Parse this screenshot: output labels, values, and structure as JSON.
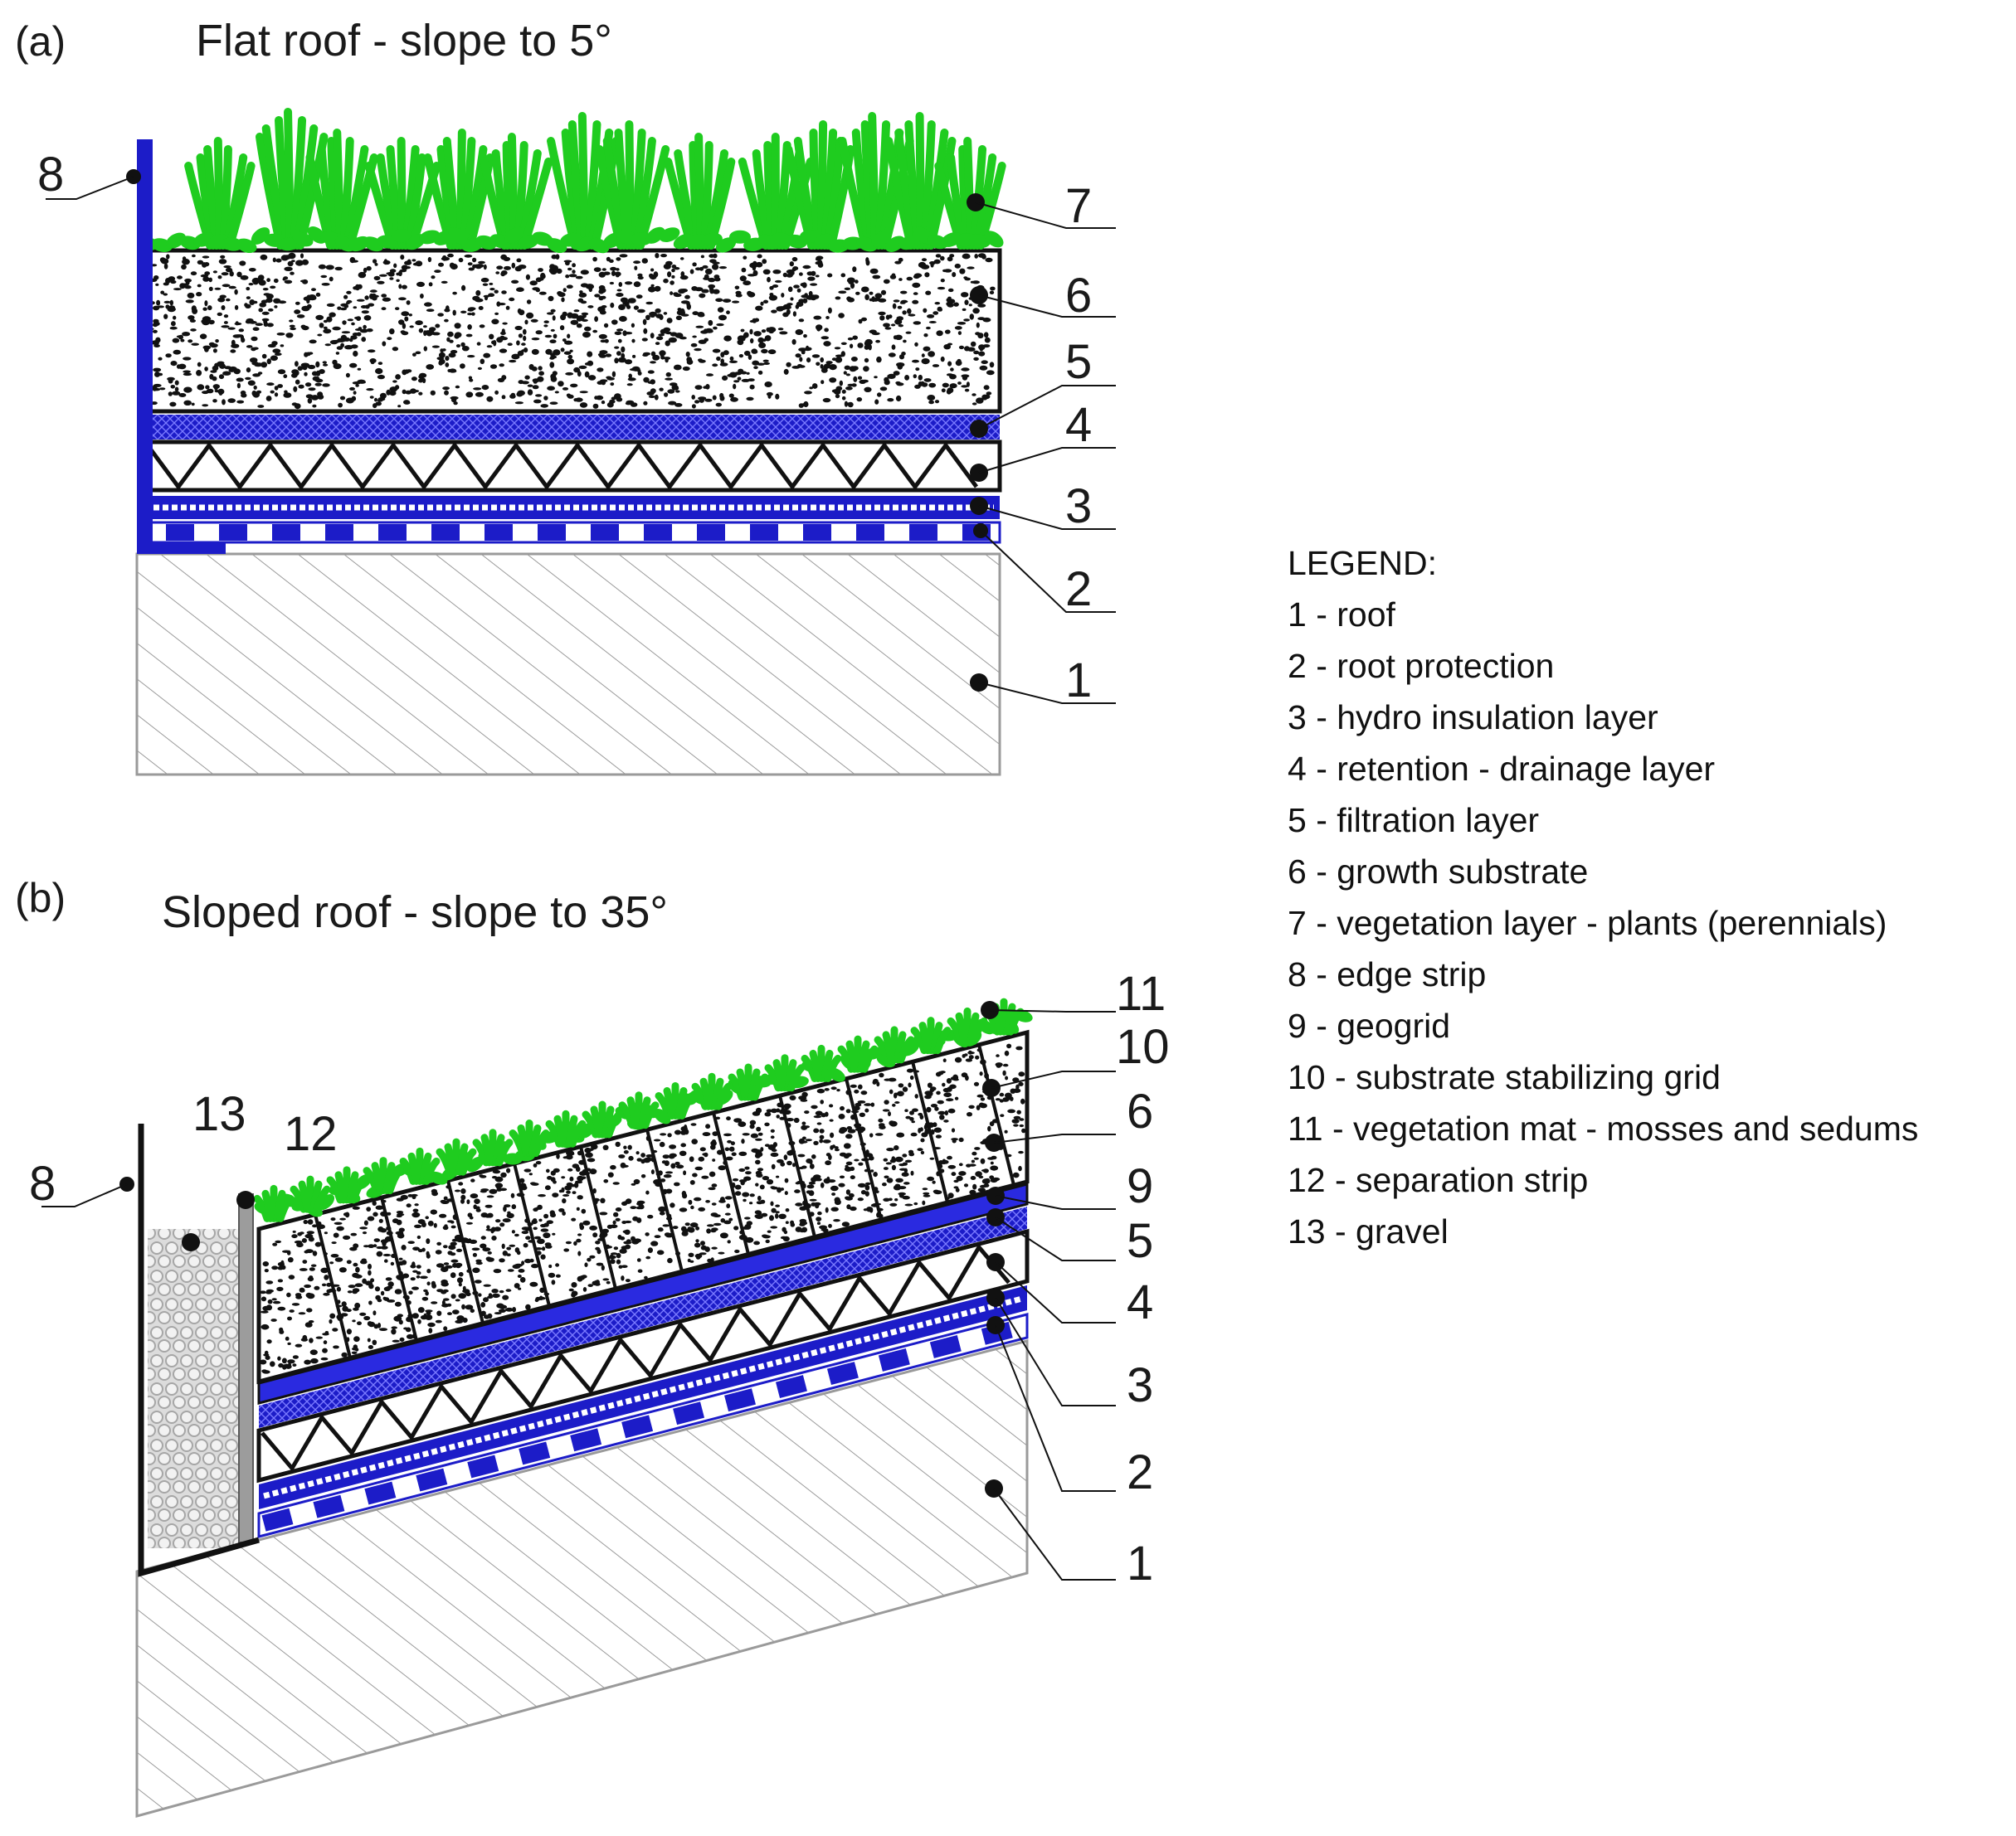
{
  "panel_a": {
    "tag": "(a)",
    "title": "Flat roof - slope to 5°",
    "callouts": [
      "8",
      "7",
      "6",
      "5",
      "4",
      "3",
      "2",
      "1"
    ]
  },
  "panel_b": {
    "tag": "(b)",
    "title": "Sloped roof - slope to 35°",
    "callouts": [
      "8",
      "13",
      "12",
      "11",
      "10",
      "6",
      "9",
      "5",
      "4",
      "3",
      "2",
      "1"
    ]
  },
  "legend": {
    "title": "LEGEND:",
    "items": [
      "1 - roof",
      "2 - root protection",
      "3 - hydro insulation layer",
      "4 - retention - drainage layer",
      "5 - filtration layer",
      "6 - growth substrate",
      "7 - vegetation layer - plants (perennials)",
      "8 - edge strip",
      "9 - geogrid",
      "10 - substrate stabilizing grid",
      "11 - vegetation mat - mosses and sedums",
      "12 - separation strip",
      "13 - gravel"
    ]
  },
  "colors": {
    "membrane_blue": "#1c1cc8",
    "plant_green": "#1fcc1f",
    "roof_hatch": "#9a9a9a",
    "gravel_fill": "#d8d8d8"
  }
}
